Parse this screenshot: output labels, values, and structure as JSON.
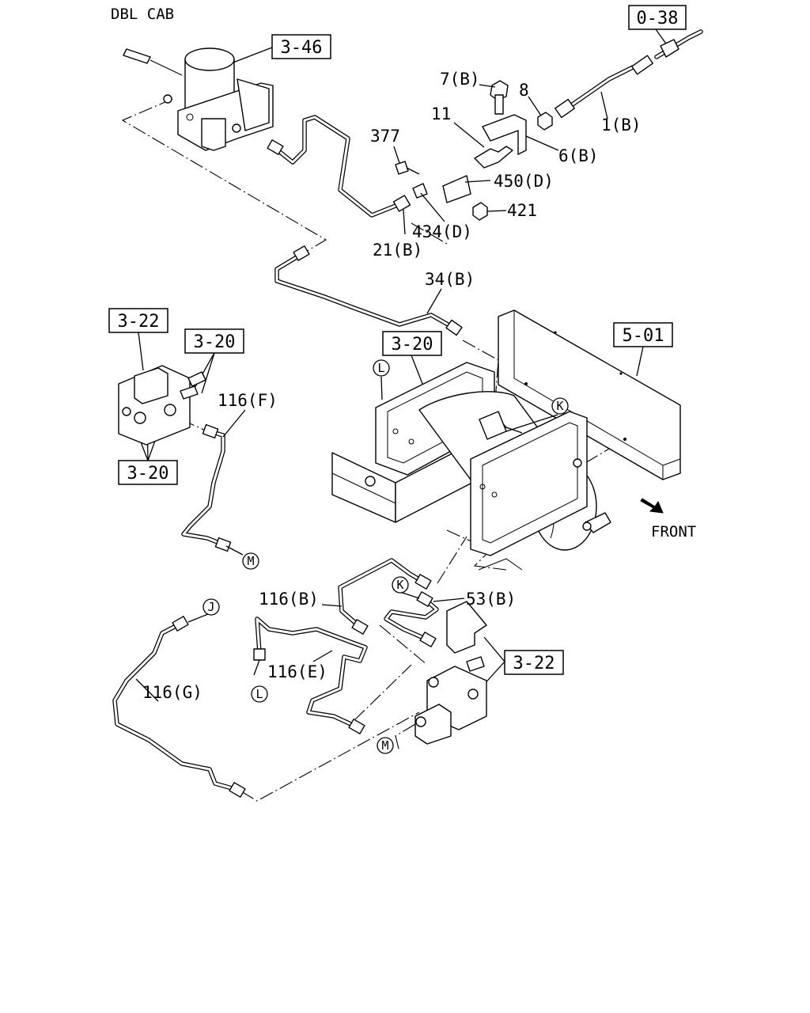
{
  "header": {
    "title": "DBL CAB"
  },
  "ref_boxes": {
    "r_0_38": "0-38",
    "r_3_46": "3-46",
    "r_3_22_top": "3-22",
    "r_3_20_a": "3-20",
    "r_3_20_b": "3-20",
    "r_3_20_c": "3-20",
    "r_5_01": "5-01",
    "r_3_22_bot": "3-22"
  },
  "part_labels": {
    "p_7b": "7(B)",
    "p_8": "8",
    "p_11": "11",
    "p_377": "377",
    "p_1b": "1(B)",
    "p_6b": "6(B)",
    "p_450d": "450(D)",
    "p_421": "421",
    "p_434d": "434(D)",
    "p_21b": "21(B)",
    "p_34b": "34(B)",
    "p_116f": "116(F)",
    "p_116b": "116(B)",
    "p_53b": "53(B)",
    "p_116e": "116(E)",
    "p_116g": "116(G)"
  },
  "connectors": {
    "c_L1": "L",
    "c_K1": "K",
    "c_M1": "M",
    "c_K2": "K",
    "c_J": "J",
    "c_L2": "L",
    "c_M2": "M"
  },
  "direction": {
    "front_label": "FRONT"
  }
}
